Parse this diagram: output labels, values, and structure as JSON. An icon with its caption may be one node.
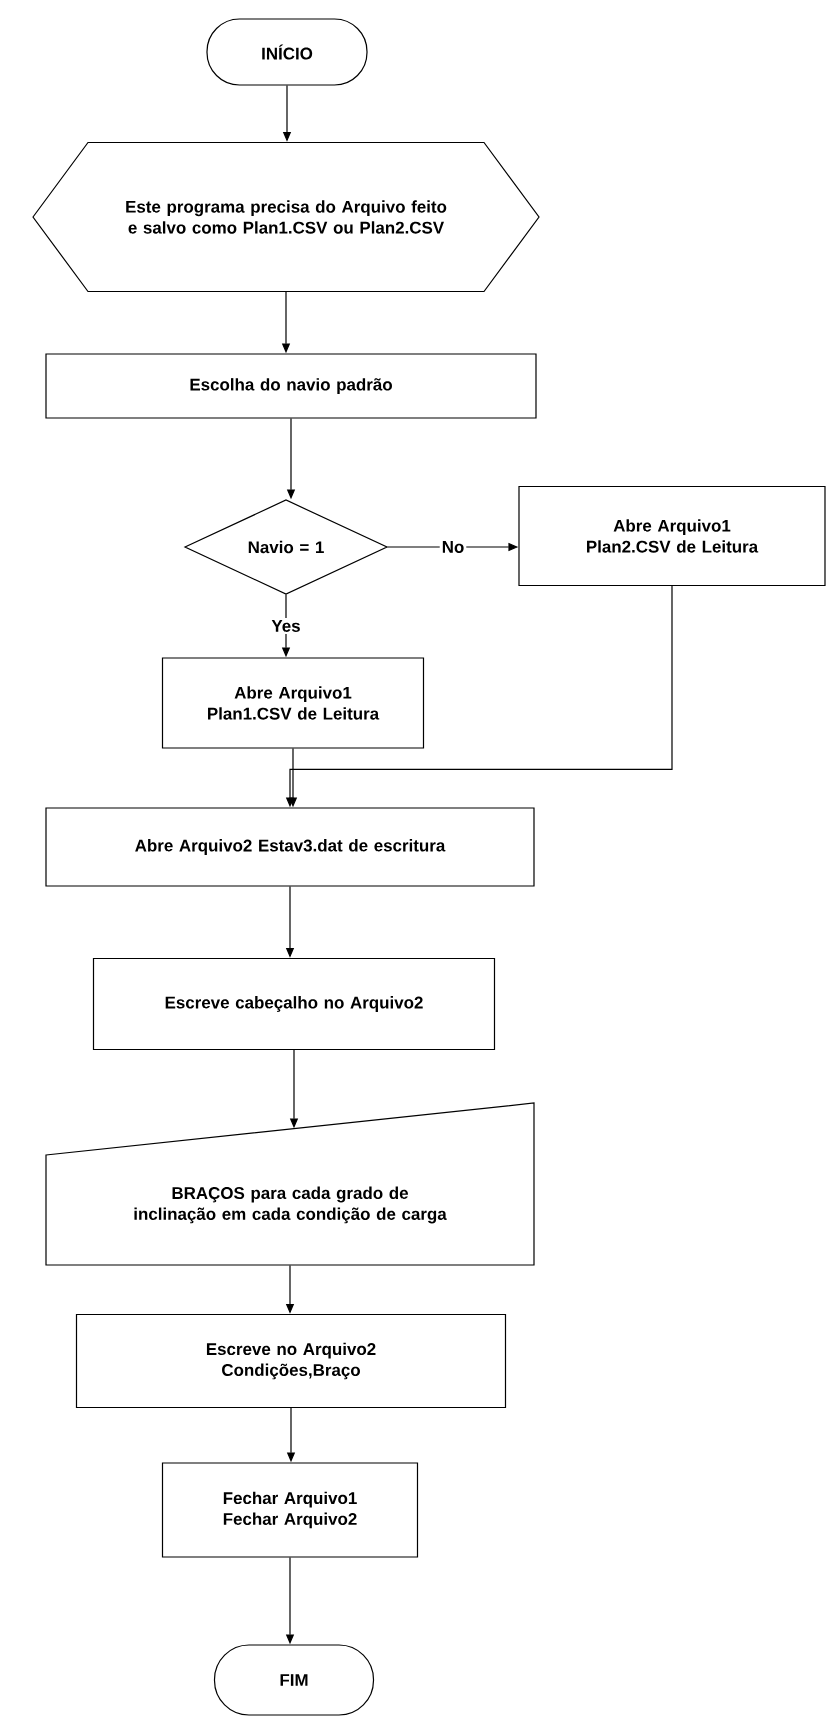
{
  "diagram": {
    "nodes": [
      {
        "text": [
          "INÍCIO"
        ]
      },
      {
        "text": [
          "Este programa precisa do Arquivo feito e salvo como Plan1.CSV ou Plan2.CSV"
        ]
      },
      {
        "text": [
          "Escolha do navio padrão"
        ]
      },
      {
        "text": [
          "Navio = 1"
        ]
      },
      {
        "text": [
          "Abre Arquivo1 Plan2.CSV de Leitura"
        ]
      },
      {
        "text": [
          "Abre Arquivo1 Plan1.CSV de Leitura"
        ]
      },
      {
        "text": [
          "Abre Arquivo2 Estav3.dat de escritura"
        ]
      },
      {
        "text": [
          "Escreve cabeçalho no Arquivo2"
        ]
      },
      {
        "text": [
          "BRAÇOS para cada grado de inclinação em cada condição de carga"
        ]
      },
      {
        "text": [
          "Escreve no Arquivo2 Condições,Braço"
        ]
      },
      {
        "text": [
          "Fechar Arquivo1 Fechar Arquivo2"
        ]
      },
      {
        "text": [
          "FIM"
        ]
      }
    ],
    "edges": [
      {
        "from": 0,
        "to": 1,
        "arrow": "to"
      },
      {
        "from": 1,
        "to": 2,
        "arrow": "to"
      },
      {
        "from": 2,
        "to": 3,
        "arrow": "to"
      },
      {
        "from": 3,
        "to": 4,
        "arrow": "to",
        "label": "No"
      },
      {
        "from": 3,
        "to": 5,
        "arrow": "to",
        "label": "Yes"
      },
      {
        "from": 5,
        "to": 6,
        "arrow": "to"
      },
      {
        "from": 4,
        "to": 6,
        "arrow": "to"
      },
      {
        "from": 6,
        "to": 7,
        "arrow": "to"
      },
      {
        "from": 7,
        "to": 8,
        "arrow": "to"
      },
      {
        "from": 8,
        "to": 9,
        "arrow": "to"
      },
      {
        "from": 9,
        "to": 10,
        "arrow": "to"
      },
      {
        "from": 10,
        "to": 11,
        "arrow": "to"
      }
    ]
  }
}
